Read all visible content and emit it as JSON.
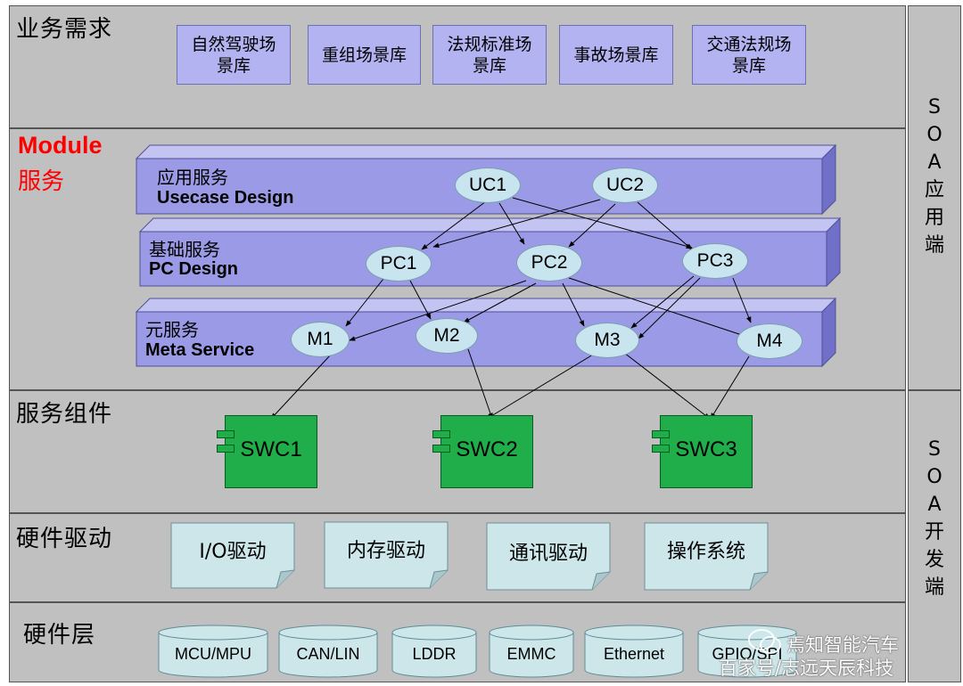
{
  "layers": {
    "business": "业务需求",
    "module_title": "Module",
    "module_sub": "服务",
    "components": "服务组件",
    "drivers": "硬件驱动",
    "hardware": "硬件层"
  },
  "side": {
    "app": "S\nO\nA\n应\n用\n端",
    "dev": "S\nO\nA\n开\n发\n端"
  },
  "requirements": [
    "自然驾驶场\n景库",
    "重组场景库",
    "法规标准场\n景库",
    "事故场景库",
    "交通法规场\n景库"
  ],
  "tiers": {
    "app": {
      "cn": "应用服务",
      "en": "Usecase Design"
    },
    "base": {
      "cn": "基础服务",
      "en": "PC Design"
    },
    "meta": {
      "cn": "元服务",
      "en": "Meta Service"
    }
  },
  "nodes": {
    "uc": [
      "UC1",
      "UC2"
    ],
    "pc": [
      "PC1",
      "PC2",
      "PC3"
    ],
    "m": [
      "M1",
      "M2",
      "M3",
      "M4"
    ]
  },
  "swc": [
    "SWC1",
    "SWC2",
    "SWC3"
  ],
  "drivers": [
    "I/O驱动",
    "内存驱动",
    "通讯驱动",
    "操作系统"
  ],
  "hardware": [
    "MCU/MPU",
    "CAN/LIN",
    "LDDR",
    "EMMC",
    "Ethernet",
    "GPIO/SPI"
  ],
  "watermark": {
    "line1": "焉知智能汽车",
    "line2": "百家号/志远天辰科技"
  },
  "colors": {
    "band": "#c0c0c0",
    "req_box": "#b3b3f2",
    "tier_front": "#9a9ae6",
    "node": "#c8e4ee",
    "swc": "#1fae4a",
    "driver": "#cde6ea",
    "module_red": "#ff0000"
  }
}
